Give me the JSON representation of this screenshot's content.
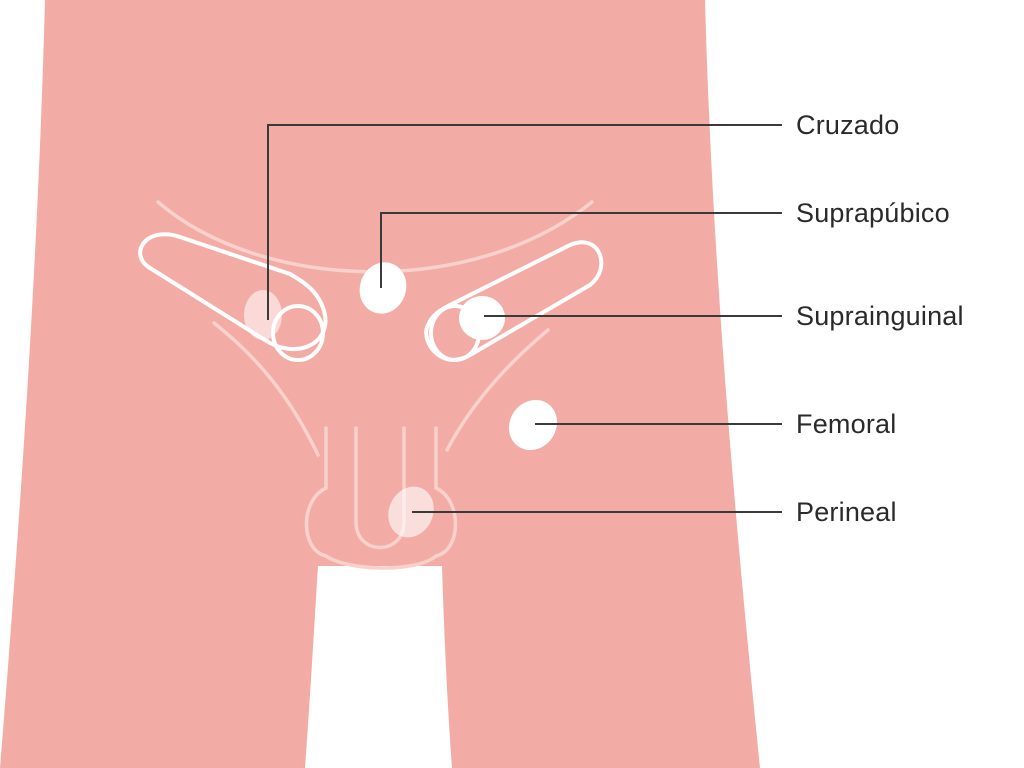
{
  "colors": {
    "skin": "#f3aca5",
    "skin_line": "#f8d1cc",
    "site": "#ffffff",
    "leader": "#3a3a3a"
  },
  "labels": {
    "cruzado": "Cruzado",
    "suprapubico": "Suprapúbico",
    "suprainguinal": "Suprainguinal",
    "femoral": "Femoral",
    "perineal": "Perineal"
  }
}
